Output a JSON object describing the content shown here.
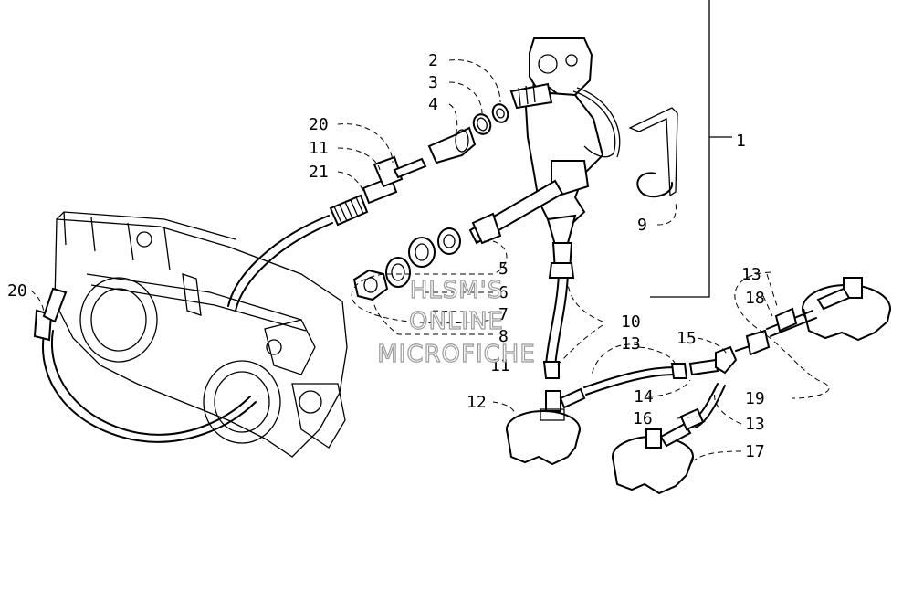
{
  "callouts": [
    "1",
    "2",
    "3",
    "4",
    "20",
    "11",
    "21",
    "9",
    "5",
    "6",
    "7",
    "8",
    "20",
    "10",
    "11",
    "13",
    "18",
    "15",
    "13",
    "14",
    "12",
    "19",
    "16",
    "13",
    "17"
  ],
  "watermark": {
    "line1": "HLSM'S",
    "line2": "ONLINE",
    "line3": "MICROFICHE"
  }
}
